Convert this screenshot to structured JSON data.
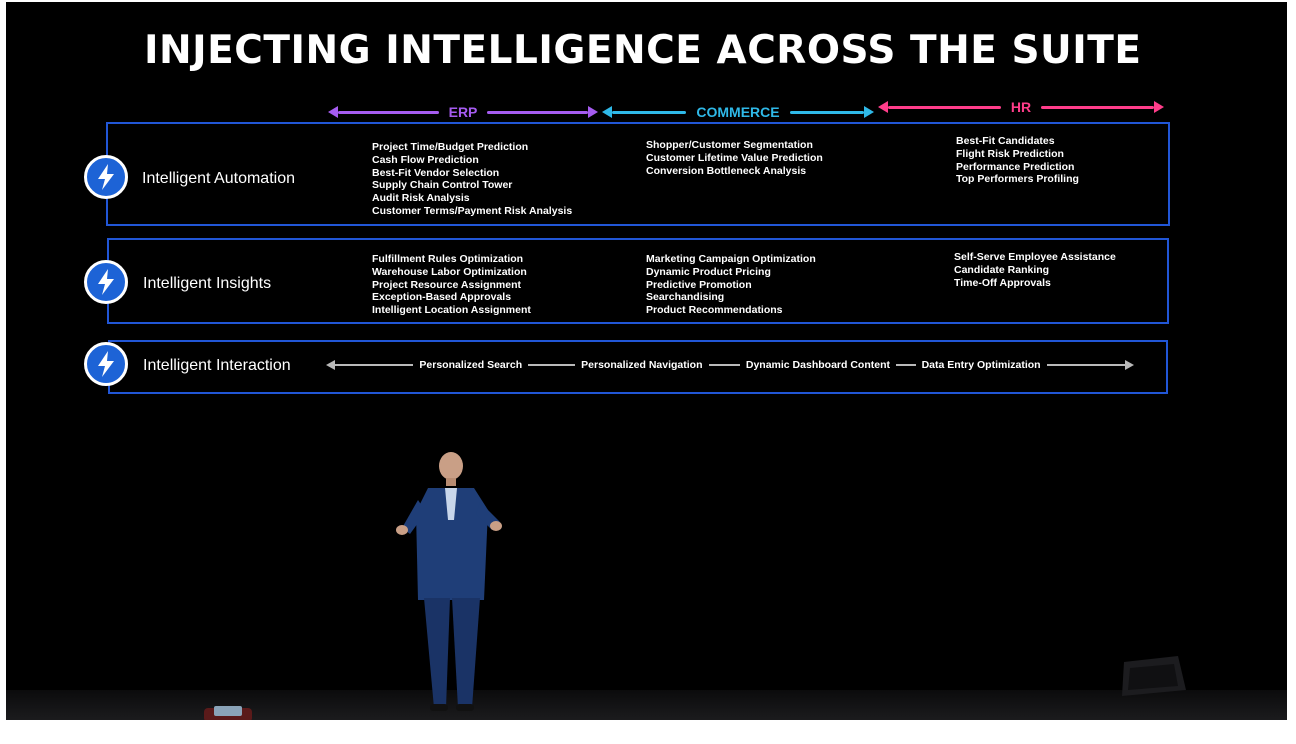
{
  "slide": {
    "title": "INJECTING INTELLIGENCE ACROSS THE SUITE",
    "categories": [
      {
        "label": "ERP",
        "color": "#a65cf0"
      },
      {
        "label": "COMMERCE",
        "color": "#2fb9e8"
      },
      {
        "label": "HR",
        "color": "#ff3d8a"
      }
    ],
    "rows": [
      {
        "label": "Intelligent Automation",
        "erp": [
          "Project Time/Budget Prediction",
          "Cash Flow Prediction",
          "Best-Fit Vendor Selection",
          "Supply Chain Control Tower",
          "Audit Risk Analysis",
          "Customer Terms/Payment Risk Analysis"
        ],
        "commerce": [
          "Shopper/Customer Segmentation",
          "Customer Lifetime Value Prediction",
          "Conversion Bottleneck Analysis"
        ],
        "hr": [
          "Best-Fit Candidates",
          "Flight Risk Prediction",
          "Performance Prediction",
          "Top Performers Profiling"
        ]
      },
      {
        "label": "Intelligent Insights",
        "erp": [
          "Fulfillment Rules Optimization",
          "Warehouse Labor Optimization",
          "Project Resource Assignment",
          "Exception-Based Approvals",
          "Intelligent Location Assignment"
        ],
        "commerce": [
          "Marketing Campaign Optimization",
          "Dynamic Product Pricing",
          "Predictive Promotion",
          "Searchandising",
          "Product Recommendations"
        ],
        "hr": [
          "Self-Serve Employee Assistance",
          "Candidate Ranking",
          "Time-Off Approvals"
        ]
      },
      {
        "label": "Intelligent Interaction",
        "items": [
          "Personalized Search",
          "Personalized Navigation",
          "Dynamic Dashboard Content",
          "Data Entry Optimization"
        ]
      }
    ],
    "colors": {
      "row_border": "#2156d6",
      "icon_fill": "#1d63d6",
      "background": "#000000",
      "interaction_line": "#b9b9b9"
    }
  }
}
